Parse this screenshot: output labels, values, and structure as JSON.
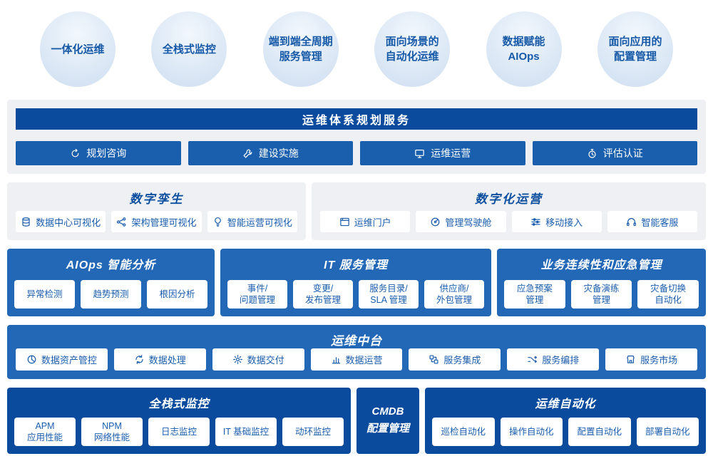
{
  "colors": {
    "navy": "#0a4b9d",
    "mid_blue": "#2268b7",
    "button_blue": "#1a5fae",
    "panel_gray": "#eef0f3",
    "chip_text_blue": "#1a5dad",
    "title_blue": "#0d4f9f",
    "bubble_bg": "#dde9f6"
  },
  "bubbles": [
    {
      "label": "一体化运维"
    },
    {
      "label": "全栈式监控"
    },
    {
      "label": "端到端全周期\n服务管理"
    },
    {
      "label": "面向场景的\n自动化运维"
    },
    {
      "label": "数据赋能\nAIOps"
    },
    {
      "label": "面向应用的\n配置管理"
    }
  ],
  "planning": {
    "title": "运维体系规划服务",
    "buttons": [
      {
        "icon": "refresh-icon",
        "label": "规划咨询"
      },
      {
        "icon": "wrench-icon",
        "label": "建设实施"
      },
      {
        "icon": "monitor-icon",
        "label": "运维运营"
      },
      {
        "icon": "stopwatch-icon",
        "label": "评估认证"
      }
    ]
  },
  "digital_twin": {
    "title": "数字孪生",
    "chips": [
      {
        "icon": "database-icon",
        "label": "数据中心可视化"
      },
      {
        "icon": "nodes-icon",
        "label": "架构管理可视化"
      },
      {
        "icon": "bulb-icon",
        "label": "智能运营可视化"
      }
    ]
  },
  "digital_ops": {
    "title": "数字化运营",
    "chips": [
      {
        "icon": "portal-icon",
        "label": "运维门户"
      },
      {
        "icon": "dashboard-icon",
        "label": "管理驾驶舱"
      },
      {
        "icon": "sliders-icon",
        "label": "移动接入"
      },
      {
        "icon": "headset-icon",
        "label": "智能客服"
      }
    ]
  },
  "aiops": {
    "title": "AIOps 智能分析",
    "chips": [
      {
        "label": "异常检测"
      },
      {
        "label": "趋势预测"
      },
      {
        "label": "根因分析"
      }
    ]
  },
  "itsm": {
    "title": "IT 服务管理",
    "chips": [
      {
        "label": "事件/\n问题管理"
      },
      {
        "label": "变更/\n发布管理"
      },
      {
        "label": "服务目录/\nSLA 管理"
      },
      {
        "label": "供应商/\n外包管理"
      }
    ]
  },
  "bcm": {
    "title": "业务连续性和应急管理",
    "chips": [
      {
        "label": "应急预案\n管理"
      },
      {
        "label": "灾备演练\n管理"
      },
      {
        "label": "灾备切换\n自动化"
      }
    ]
  },
  "middle_platform": {
    "title": "运维中台",
    "chips": [
      {
        "icon": "pie-chart-icon",
        "label": "数据资产管控"
      },
      {
        "icon": "process-icon",
        "label": "数据处理"
      },
      {
        "icon": "gear-icon",
        "label": "数据交付"
      },
      {
        "icon": "bar-chart-icon",
        "label": "数据运营"
      },
      {
        "icon": "integration-icon",
        "label": "服务集成"
      },
      {
        "icon": "flow-icon",
        "label": "服务编排"
      },
      {
        "icon": "store-icon",
        "label": "服务市场"
      }
    ]
  },
  "monitoring": {
    "title": "全栈式监控",
    "chips": [
      {
        "label": "APM\n应用性能"
      },
      {
        "label": "NPM\n网络性能"
      },
      {
        "label": "日志监控"
      },
      {
        "label": "IT 基础监控"
      },
      {
        "label": "动环监控"
      }
    ]
  },
  "cmdb": {
    "title": "CMDB\n配置管理"
  },
  "automation": {
    "title": "运维自动化",
    "chips": [
      {
        "label": "巡检自动化"
      },
      {
        "label": "操作自动化"
      },
      {
        "label": "配置自动化"
      },
      {
        "label": "部署自动化"
      }
    ]
  }
}
